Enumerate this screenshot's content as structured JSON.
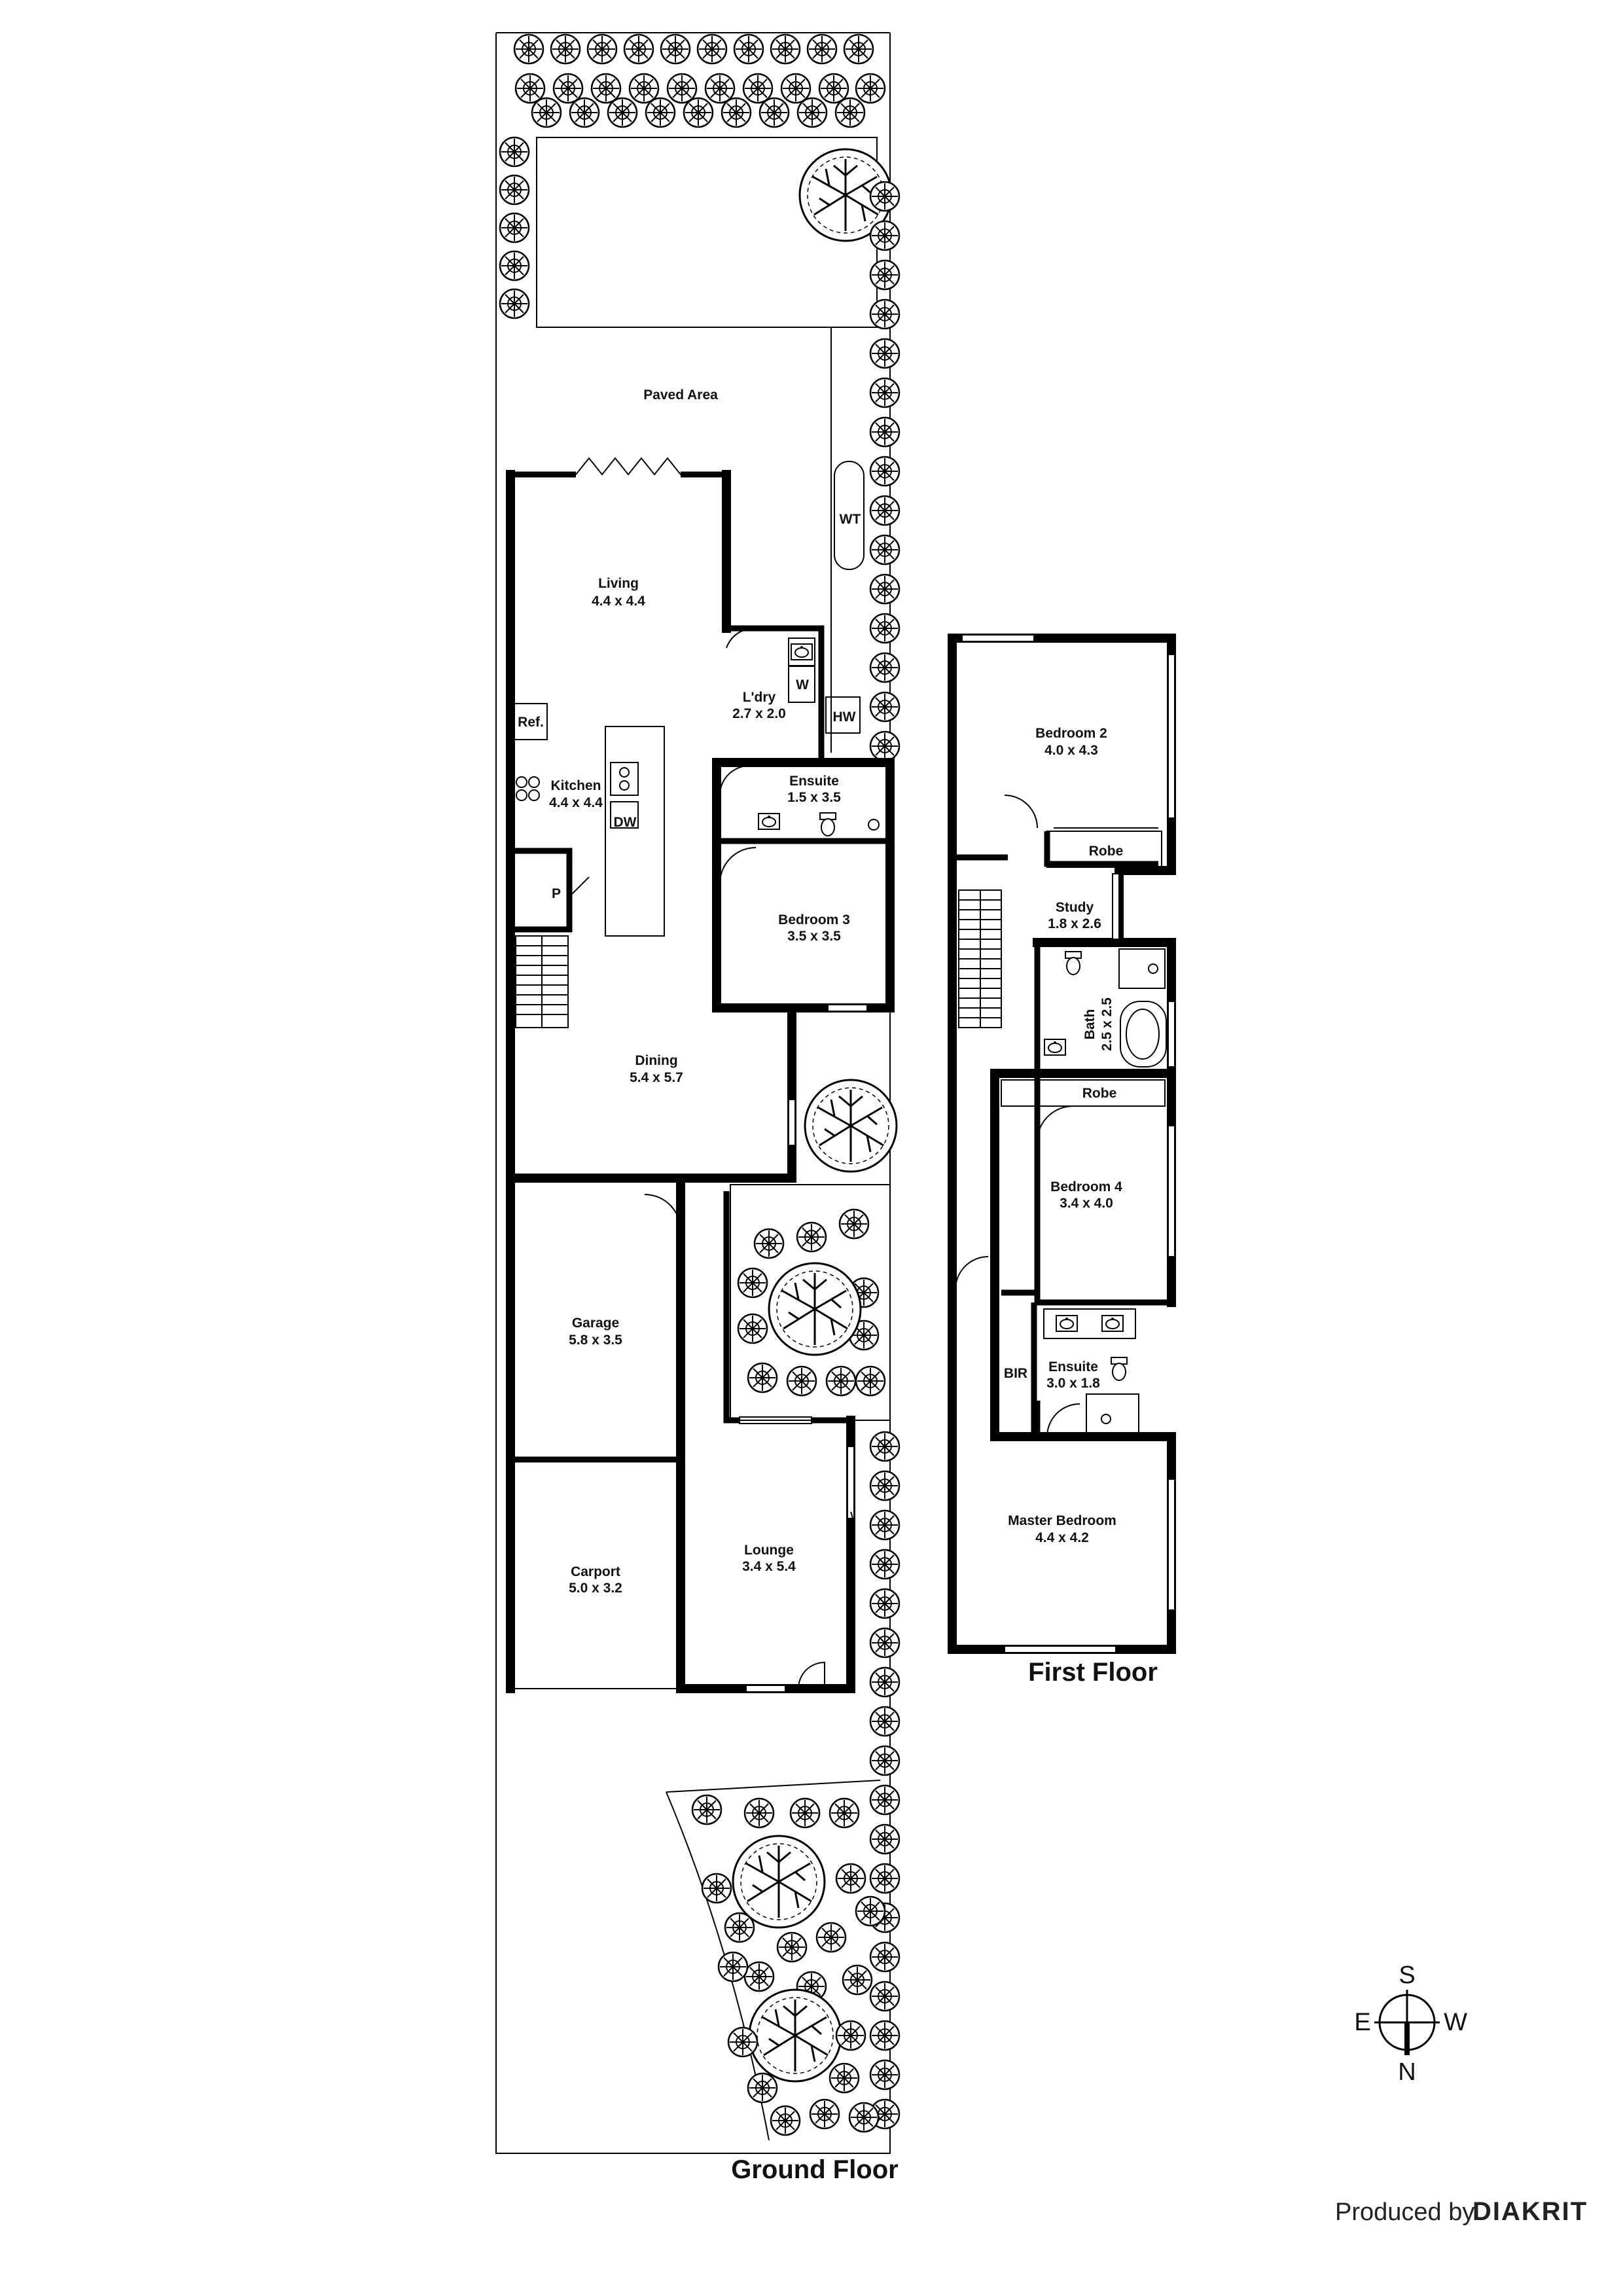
{
  "floors": {
    "ground_title": "Ground Floor",
    "first_title": "First Floor"
  },
  "ground_rooms": {
    "paved": {
      "name": "Paved Area"
    },
    "wt": {
      "name": "WT"
    },
    "living": {
      "name": "Living",
      "size": "4.4 x 4.4"
    },
    "laundry": {
      "name": "L'dry",
      "size": "2.7 x 2.0"
    },
    "w": {
      "name": "W"
    },
    "hw": {
      "name": "HW"
    },
    "ref": {
      "name": "Ref."
    },
    "kitchen": {
      "name": "Kitchen",
      "size": "4.4 x 4.4"
    },
    "dw": {
      "name": "DW"
    },
    "ensuite": {
      "name": "Ensuite",
      "size": "1.5 x 3.5"
    },
    "pantry": {
      "name": "P"
    },
    "bedroom3": {
      "name": "Bedroom 3",
      "size": "3.5 x 3.5"
    },
    "dining": {
      "name": "Dining",
      "size": "5.4 x 5.7"
    },
    "garage": {
      "name": "Garage",
      "size": "5.8 x 3.5"
    },
    "carport": {
      "name": "Carport",
      "size": "5.0 x 3.2"
    },
    "lounge": {
      "name": "Lounge",
      "size": "3.4 x 5.4"
    }
  },
  "first_rooms": {
    "bedroom2": {
      "name": "Bedroom 2",
      "size": "4.0 x 4.3"
    },
    "robe1": {
      "name": "Robe"
    },
    "study": {
      "name": "Study",
      "size": "1.8 x 2.6"
    },
    "bath": {
      "name": "Bath",
      "size": "2.5 x 2.5"
    },
    "robe2": {
      "name": "Robe"
    },
    "bedroom4": {
      "name": "Bedroom 4",
      "size": "3.4 x 4.0"
    },
    "bir": {
      "name": "BIR"
    },
    "ensuite2": {
      "name": "Ensuite",
      "size": "3.0 x 1.8"
    },
    "master": {
      "name": "Master Bedroom",
      "size": "4.4 x 4.2"
    }
  },
  "compass": {
    "s": "S",
    "e": "E",
    "w": "W",
    "n": "N"
  },
  "credit": {
    "prefix": "Produced by",
    "brand": "DIAKRIT"
  },
  "icons": [
    "tree-icon",
    "shrub-icon",
    "toilet-icon",
    "sink-icon",
    "bathtub-icon",
    "shower-icon",
    "cooktop-icon",
    "door-swing-icon",
    "stair-icon",
    "compass-icon"
  ]
}
